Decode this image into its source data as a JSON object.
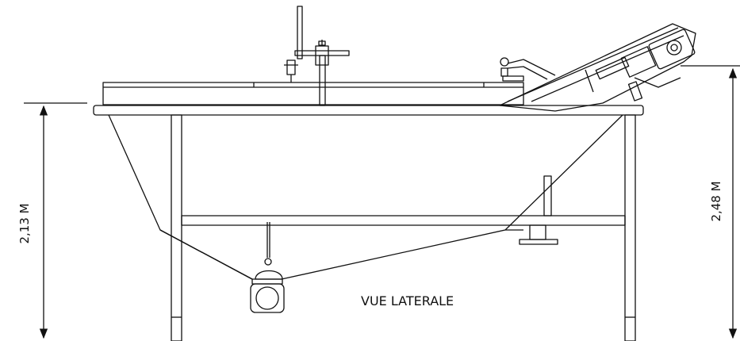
{
  "drawing": {
    "view_label": "VUE LATERALE",
    "dimensions": {
      "left_height": "2,13 M",
      "right_height": "2,48 M"
    },
    "line_color": "#111111",
    "background_color": "#ffffff"
  }
}
